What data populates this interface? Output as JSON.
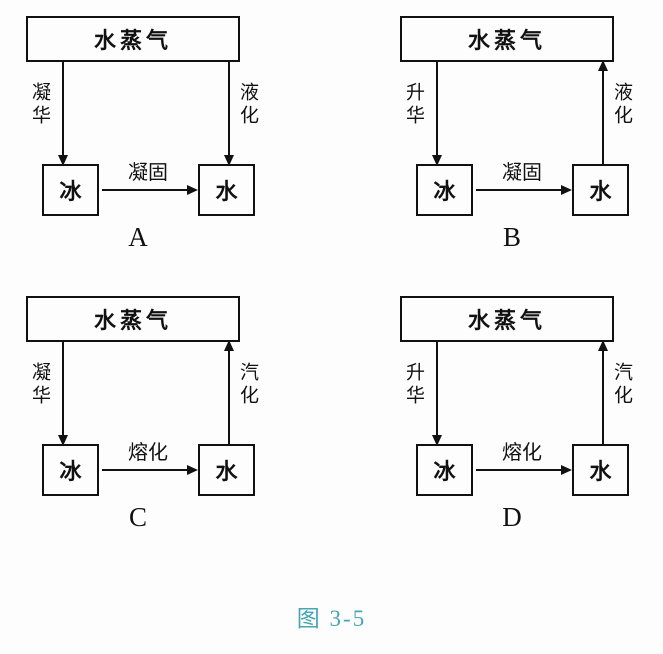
{
  "panels": [
    {
      "letter": "A",
      "top_box": "水蒸气",
      "left_box": "冰",
      "right_box": "水",
      "left_arrow": {
        "label": "凝华",
        "direction": "down"
      },
      "right_arrow": {
        "label": "液化",
        "direction": "down"
      },
      "bottom_arrow": {
        "label": "凝固",
        "direction": "right"
      }
    },
    {
      "letter": "B",
      "top_box": "水蒸气",
      "left_box": "冰",
      "right_box": "水",
      "left_arrow": {
        "label": "升华",
        "direction": "down"
      },
      "right_arrow": {
        "label": "液化",
        "direction": "up"
      },
      "bottom_arrow": {
        "label": "凝固",
        "direction": "right"
      }
    },
    {
      "letter": "C",
      "top_box": "水蒸气",
      "left_box": "冰",
      "right_box": "水",
      "left_arrow": {
        "label": "凝华",
        "direction": "down"
      },
      "right_arrow": {
        "label": "汽化",
        "direction": "up"
      },
      "bottom_arrow": {
        "label": "熔化",
        "direction": "right"
      }
    },
    {
      "letter": "D",
      "top_box": "水蒸气",
      "left_box": "冰",
      "right_box": "水",
      "left_arrow": {
        "label": "升华",
        "direction": "down"
      },
      "right_arrow": {
        "label": "汽化",
        "direction": "up"
      },
      "bottom_arrow": {
        "label": "熔化",
        "direction": "right"
      }
    }
  ],
  "caption": "图 3-5",
  "colors": {
    "line": "#111111",
    "caption": "#46a5b2"
  }
}
